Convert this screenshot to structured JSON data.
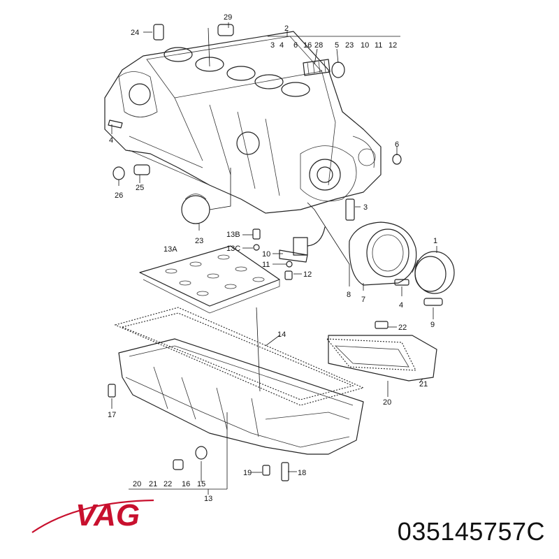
{
  "brand": {
    "name": "VAG",
    "color": "#c8102e"
  },
  "part_number": "035145757C",
  "callouts": {
    "c29": "29",
    "c24": "24",
    "c2": "2",
    "c3": "3",
    "c4": "4",
    "c6": "6",
    "c16": "16",
    "c28": "28",
    "c5": "5",
    "c23": "23",
    "c10": "10",
    "c11": "11",
    "c12": "12",
    "c4b": "4",
    "c6b": "6",
    "c26": "26",
    "c25": "25",
    "c3b": "3",
    "c23b": "23",
    "c13B": "13B",
    "c13C": "13C",
    "c13A": "13A",
    "c10b": "10",
    "c11b": "11",
    "c12b": "12",
    "c1": "1",
    "c8": "8",
    "c7": "7",
    "c4c": "4",
    "c9": "9",
    "c14": "14",
    "c22": "22",
    "c21": "21",
    "c20": "20",
    "c17": "17",
    "c19": "19",
    "c18": "18",
    "b20": "20",
    "b21": "21",
    "b22": "22",
    "b16": "16",
    "b15": "15",
    "c13": "13"
  }
}
